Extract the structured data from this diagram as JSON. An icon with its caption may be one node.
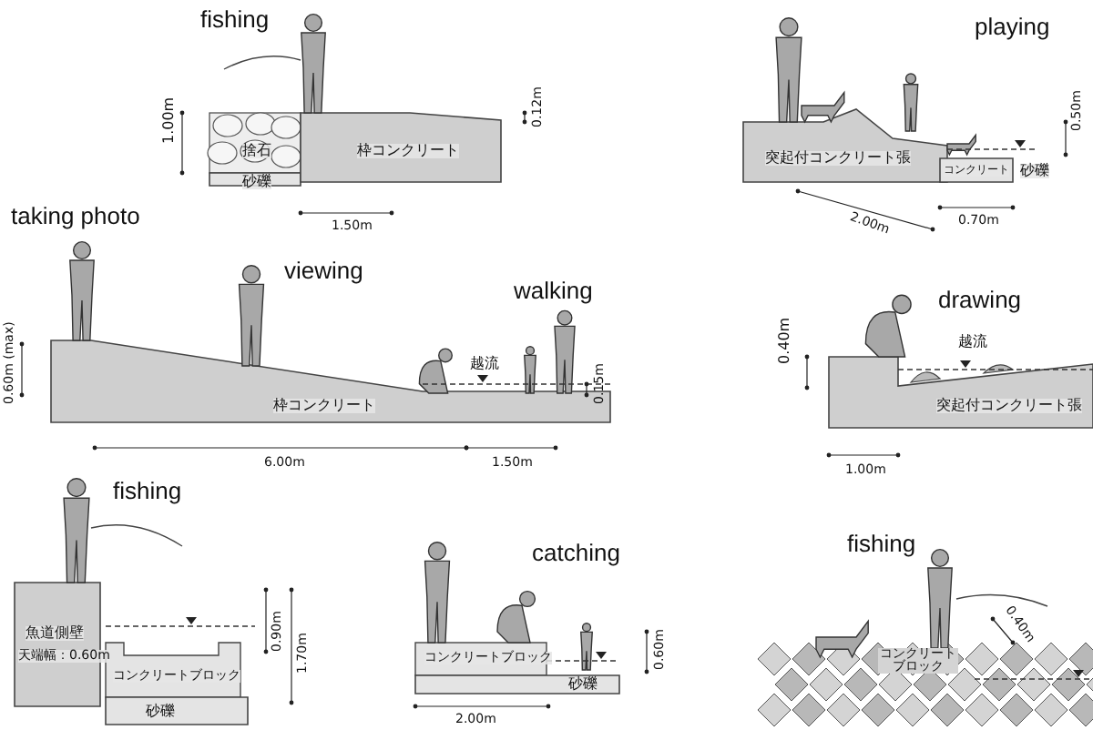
{
  "diagram": {
    "labels": [
      "fishing",
      "1.00m",
      "0.12m",
      "捨石",
      "枠コンクリート",
      "砂礫",
      "1.50m",
      "playing",
      "0.50m",
      "突起付コンクリート張",
      "コンクリート",
      "砂礫",
      "2.00m",
      "0.70m",
      "taking photo",
      "viewing",
      "walking",
      "0.60m (max)",
      "越流",
      "枠コンクリート",
      "0.15m",
      "6.00m",
      "1.50m",
      "drawing",
      "0.40m",
      "越流",
      "突起付コンクリート張",
      "1.00m",
      "fishing",
      "魚道側壁",
      "天端幅：0.60m",
      "0.90m",
      "1.70m",
      "コンクリートブロック",
      "砂礫",
      "catching",
      "コンクリートブロック",
      "0.60m",
      "砂礫",
      "2.00m",
      "fishing",
      "0.40m",
      "コンクリートブロック"
    ]
  }
}
